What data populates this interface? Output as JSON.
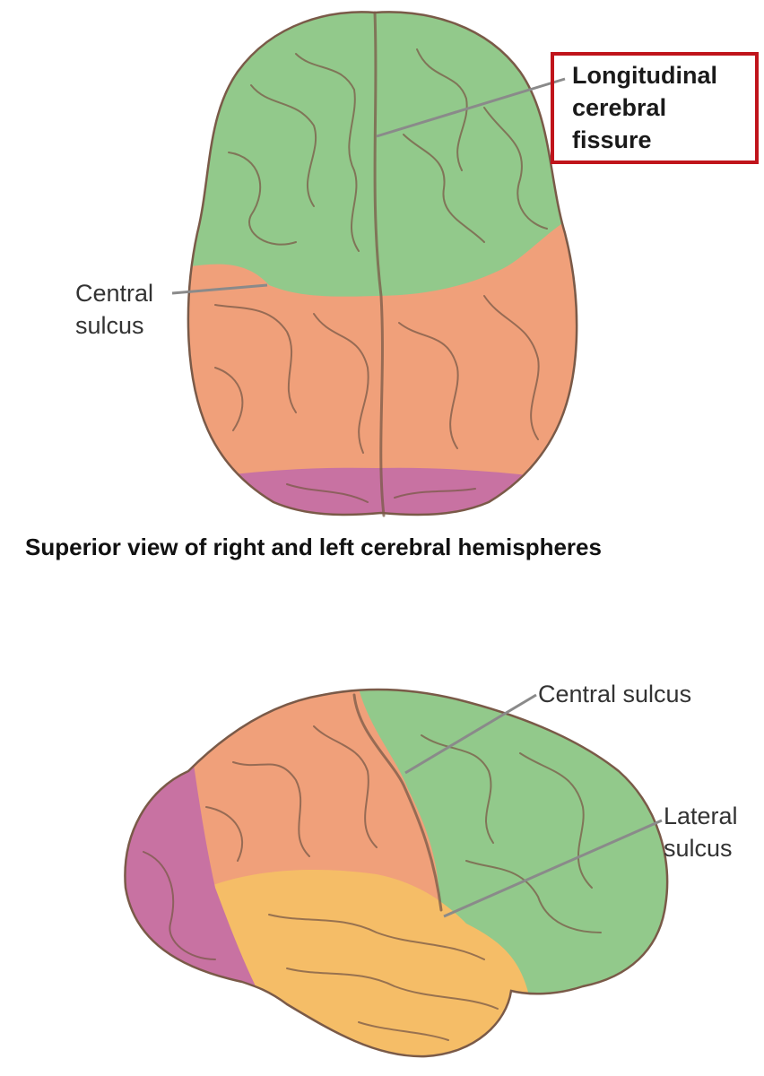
{
  "colors": {
    "frontal": "#92c98b",
    "parietal": "#f0a07a",
    "occipital": "#c872a2",
    "temporal": "#f5bd67",
    "outline": "#7a5a48",
    "highlight": "#c0141b",
    "leader": "#8a8a8a"
  },
  "top_view": {
    "label_longitudinal": [
      "Longitudinal",
      "cerebral",
      "fissure"
    ],
    "label_central": [
      "Central",
      "sulcus"
    ],
    "caption": "Superior view of right and left cerebral hemispheres"
  },
  "lateral_view": {
    "label_central": "Central sulcus",
    "label_lateral": [
      "Lateral",
      "sulcus"
    ]
  }
}
